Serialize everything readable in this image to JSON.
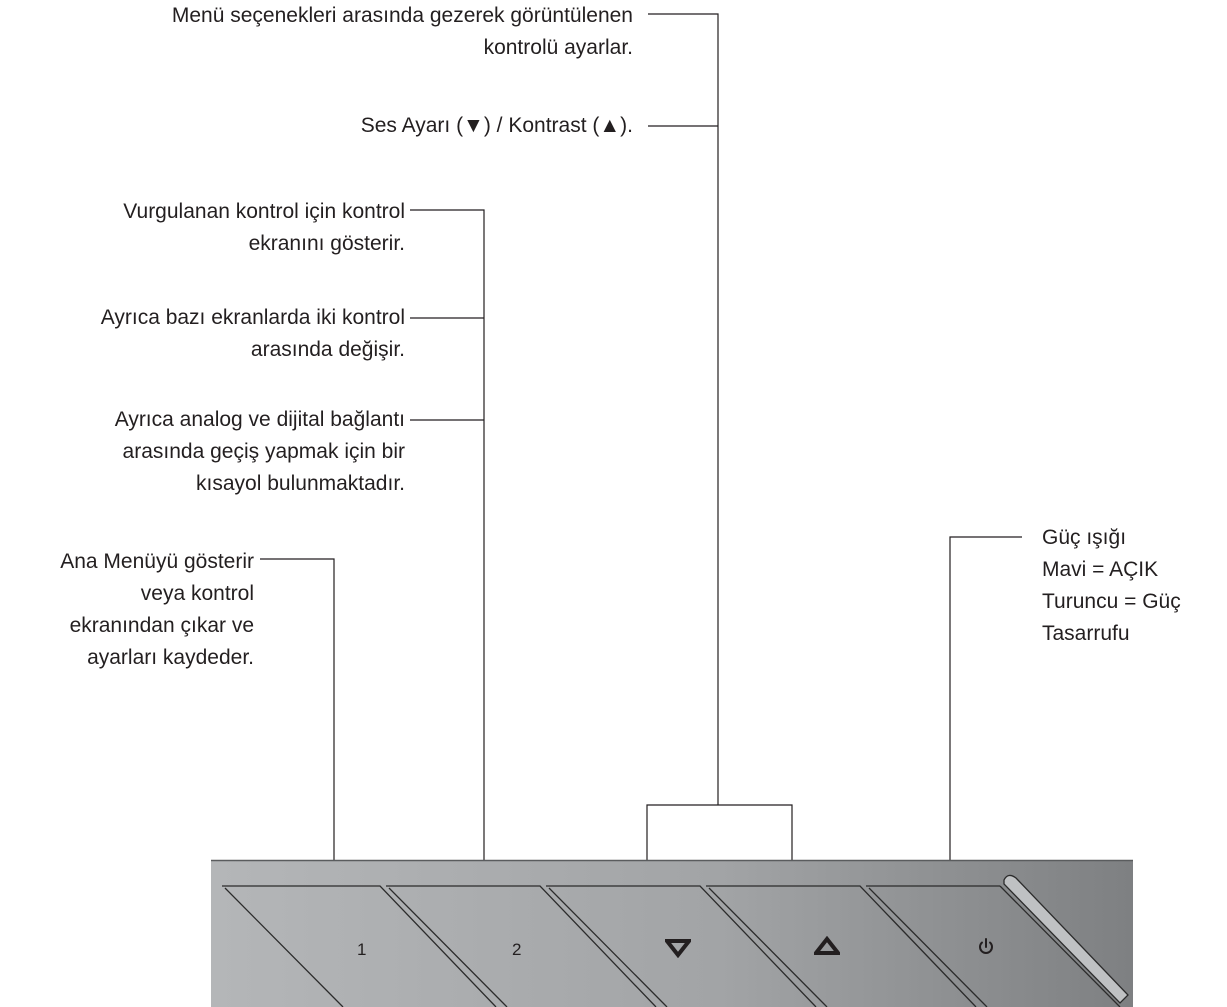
{
  "callouts": {
    "nav": {
      "lines": [
        "Menü seçenekleri arasında gezerek görüntülenen",
        "kontrolü ayarlar."
      ]
    },
    "volume": {
      "lines": [
        "Ses Ayarı (▼) / Kontrast  (▲)."
      ]
    },
    "button2_a": {
      "lines": [
        "Vurgulanan kontrol için kontrol",
        "ekranını gösterir."
      ]
    },
    "button2_b": {
      "lines": [
        "Ayrıca bazı ekranlarda iki kontrol",
        "arasında değişir."
      ]
    },
    "button2_c": {
      "lines": [
        "Ayrıca analog ve dijital bağlantı",
        "arasında geçiş yapmak için bir",
        "kısayol bulunmaktadır."
      ]
    },
    "button1": {
      "lines": [
        "Ana Menüyü gösterir",
        "veya kontrol",
        "ekranından çıkar ve",
        "ayarları kaydeder."
      ]
    },
    "power": {
      "lines": [
        "Güç ışığı",
        "Mavi = AÇIK",
        "Turuncu = Güç",
        "Tasarrufu"
      ]
    }
  },
  "panel": {
    "buttons": [
      {
        "id": "button-1",
        "label": "1"
      },
      {
        "id": "button-2",
        "label": "2"
      },
      {
        "id": "button-down",
        "icon": "down-triangle-icon"
      },
      {
        "id": "button-up",
        "icon": "up-triangle-icon"
      },
      {
        "id": "button-power",
        "icon": "power-icon"
      }
    ]
  }
}
